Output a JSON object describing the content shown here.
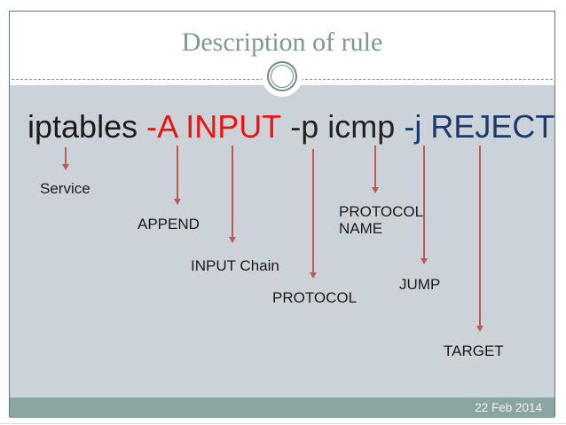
{
  "slide": {
    "title": "Description of rule",
    "rule": {
      "tokens": [
        {
          "name": "service",
          "text": "iptables"
        },
        {
          "name": "append-input",
          "text": "-A INPUT"
        },
        {
          "name": "protocol",
          "text": "-p icmp"
        },
        {
          "name": "jump-target",
          "text": "-j REJECT"
        }
      ]
    },
    "annotations": [
      {
        "term": "iptables",
        "label": "Service"
      },
      {
        "term": "-A",
        "label": "APPEND"
      },
      {
        "term": "INPUT",
        "label": "INPUT Chain"
      },
      {
        "term": "-p",
        "label": "PROTOCOL"
      },
      {
        "term": "icmp",
        "label": "PROTOCOL NAME"
      },
      {
        "term": "-j",
        "label": "JUMP"
      },
      {
        "term": "REJECT",
        "label": "TARGET"
      }
    ],
    "footer": {
      "date": "22 Feb 2014"
    }
  },
  "colors": {
    "rule_service": "#1a1a1a",
    "rule_append_input": "#e81515",
    "rule_protocol": "#222222",
    "rule_jump_target": "#1b3a6a",
    "arrow": "#c05a50",
    "content_background": "#cbd3d8",
    "footer_bar": "#8ba6a2",
    "title_text": "#7e9897",
    "footer_text": "#edf3f3",
    "slide_border": "#5e7b7a"
  }
}
